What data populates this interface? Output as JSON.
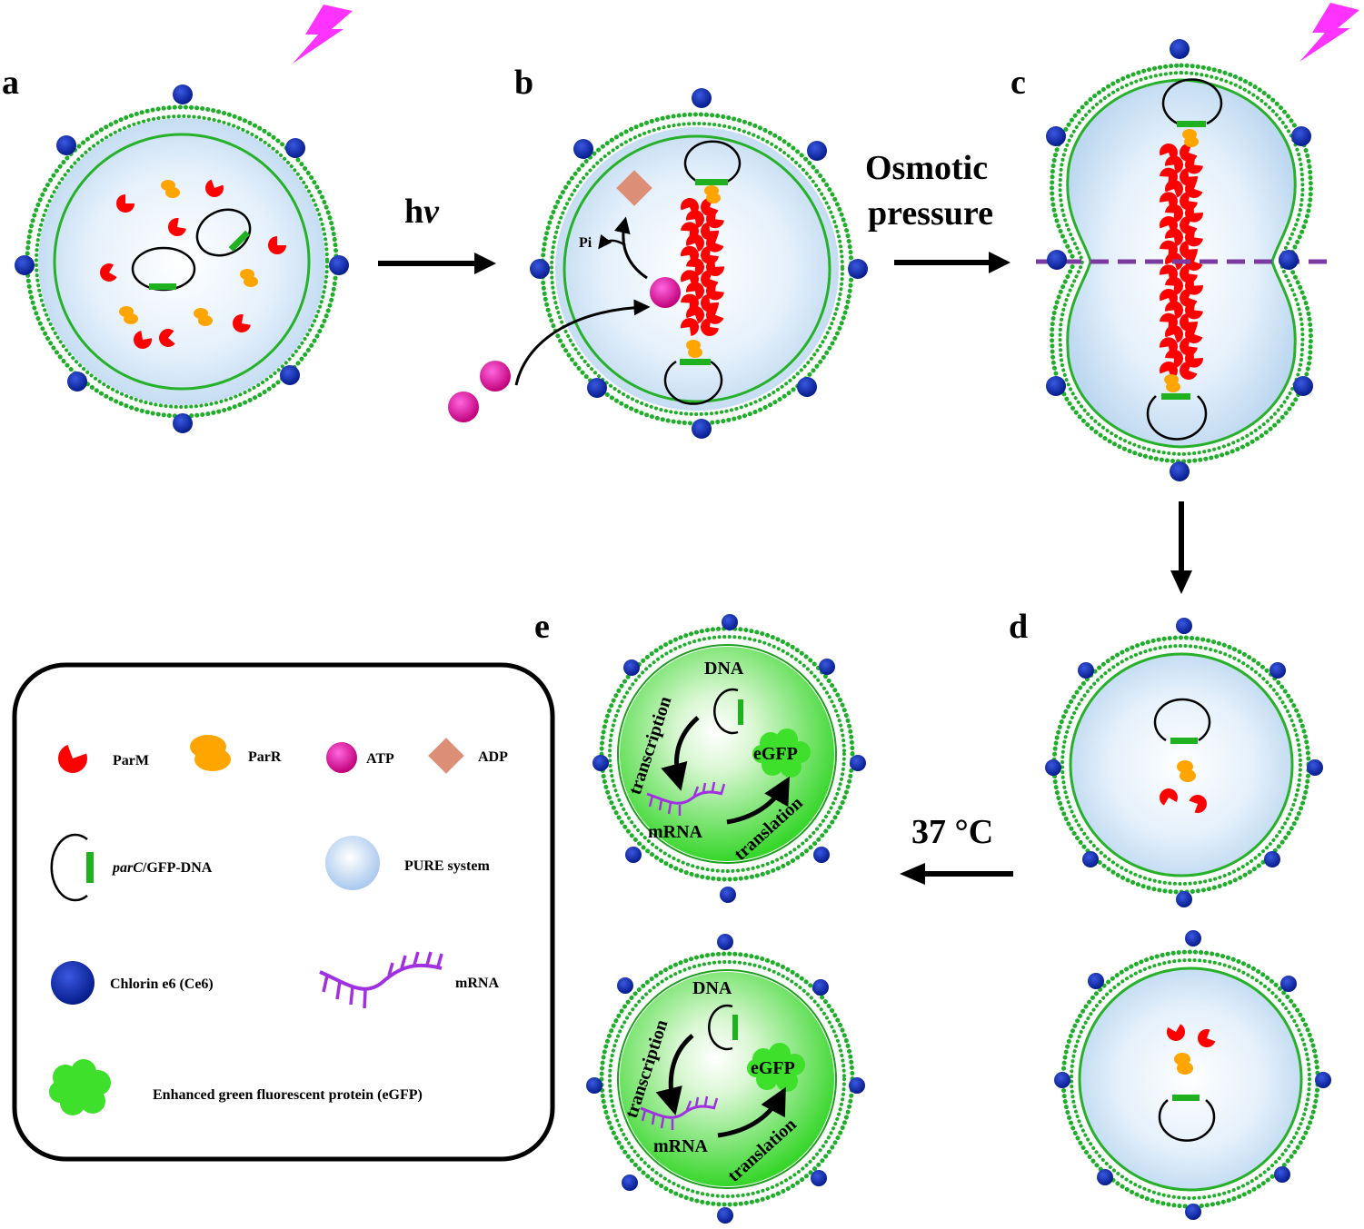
{
  "panels": {
    "a": "a",
    "b": "b",
    "c": "c",
    "d": "d",
    "e": "e"
  },
  "arrows": {
    "light_h": "h",
    "light_nu": "ν",
    "osmotic_line1": "Osmotic",
    "osmotic_line2": "pressure",
    "temperature": "37 °C"
  },
  "panel_b": {
    "pi": "Pi"
  },
  "panel_e": {
    "dna": "DNA",
    "transcription": "transcription",
    "egfp": "eGFP",
    "mrna": "mRNA",
    "translation": "translation"
  },
  "legend": {
    "parm": "ParM",
    "parr": "ParR",
    "atp": "ATP",
    "adp": "ADP",
    "dna_italic": "parC",
    "dna_rest": "/GFP-DNA",
    "pure": "PURE system",
    "ce6": "Chlorin e6 (Ce6)",
    "mrna": "mRNA",
    "egfp": "Enhanced green fluorescent protein (eGFP)"
  },
  "colors": {
    "membrane": "#1fae2a",
    "ce6": "#0a2aa8",
    "parm": "#ff0000",
    "parr": "#ffa500",
    "atp": "#d9008f",
    "adp": "#dc8e76",
    "mrna": "#a030e0",
    "lightning": "#ff33ff",
    "cut_line": "#7a3aa0"
  }
}
